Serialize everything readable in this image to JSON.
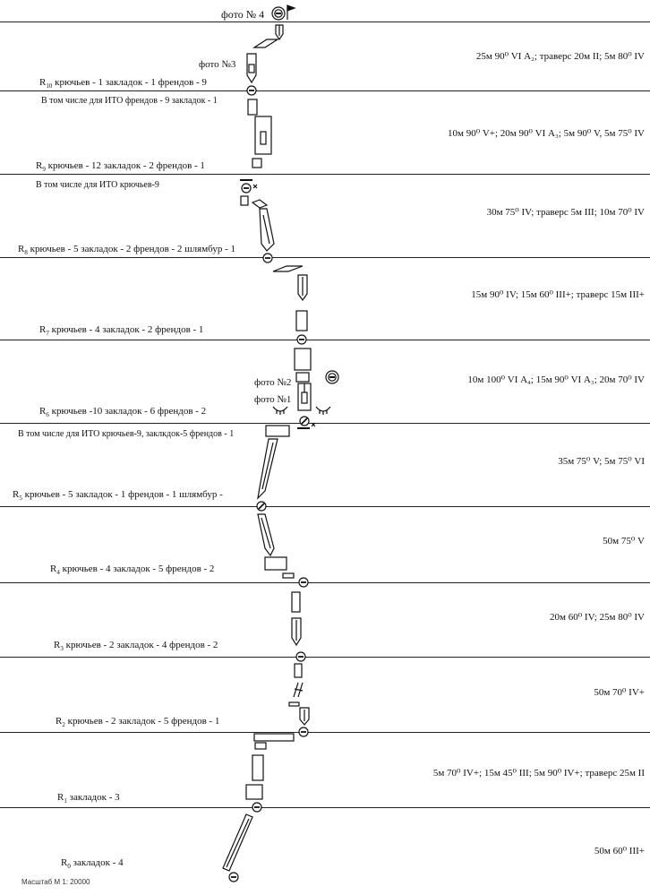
{
  "title": "фото № 4",
  "photos": {
    "p3": "фото №3",
    "p2": "фото №2",
    "p1": "фото №1"
  },
  "pitches": [
    {
      "label_prefix": "R",
      "label_sub": "10",
      "label_rest": " крючьев - 1 закладок - 1 френдов - 9",
      "ito": "В том числе для ИТО френдов - 9  закладок - 1",
      "desc": "25м 90⁰ VI А₂; траверс 20м II; 5м 80⁰ IV"
    },
    {
      "label_prefix": "R",
      "label_sub": "9",
      "label_rest": "  крючьев - 12 закладок - 2 френдов - 1",
      "ito": "В том числе для ИТО крючьев-9",
      "desc": "10м 90⁰ V+; 20м 90⁰ VI А₃; 5м 90⁰ V,  5м 75⁰ IV"
    },
    {
      "label_prefix": "R",
      "label_sub": "8",
      "label_rest": " крючьев - 5  закладок - 2 френдов - 2  шлямбур - 1",
      "ito": "",
      "desc": "30м 75⁰ IV; траверс 5м III; 10м 70⁰ IV"
    },
    {
      "label_prefix": "R",
      "label_sub": "7",
      "label_rest": "  крючьев - 4  закладок - 2  френдов - 1",
      "ito": "",
      "desc": "15м 90⁰ IV; 15м 60⁰ III+; траверс 15м III+"
    },
    {
      "label_prefix": "R",
      "label_sub": "6",
      "label_rest": "  крючьев -10 закладок - 6  френдов - 2",
      "ito": "В том числе для ИТО крючьев-9, заклкдок-5  френдов - 1",
      "desc": "10м 100⁰ VI А₄; 15м 90⁰ VI А₃; 20м 70⁰ IV"
    },
    {
      "label_prefix": "R",
      "label_sub": "5",
      "label_rest": " крючьев - 5  закладок - 1  френдов - 1  шлямбур -",
      "ito": "",
      "desc": "35м 75⁰ V; 5м 75⁰ VI"
    },
    {
      "label_prefix": "R",
      "label_sub": "4",
      "label_rest": "  крючьев - 4  закладок - 5  френдов - 2",
      "ito": "",
      "desc": "50м 75⁰ V"
    },
    {
      "label_prefix": "R",
      "label_sub": "3",
      "label_rest": "  крючьев - 2   закладок - 4  френдов - 2",
      "ito": "",
      "desc": "20м 60⁰ IV; 25м 80⁰ IV"
    },
    {
      "label_prefix": "R",
      "label_sub": "2",
      "label_rest": "  крючьев - 2    закладок - 5  френдов - 1",
      "ito": "",
      "desc": "50м 70⁰ IV+"
    },
    {
      "label_prefix": "R",
      "label_sub": "1",
      "label_rest": "  закладок - 3",
      "ito": "",
      "desc": "5м 70⁰ IV+; 15м 45⁰ III; 5м 90⁰ IV+; траверс 25м II"
    },
    {
      "label_prefix": "R",
      "label_sub": "0",
      "label_rest": "  закладок - 4",
      "ito": "",
      "desc": "50м 60⁰ III+"
    }
  ],
  "scale": "Масштаб М 1: 20000"
}
